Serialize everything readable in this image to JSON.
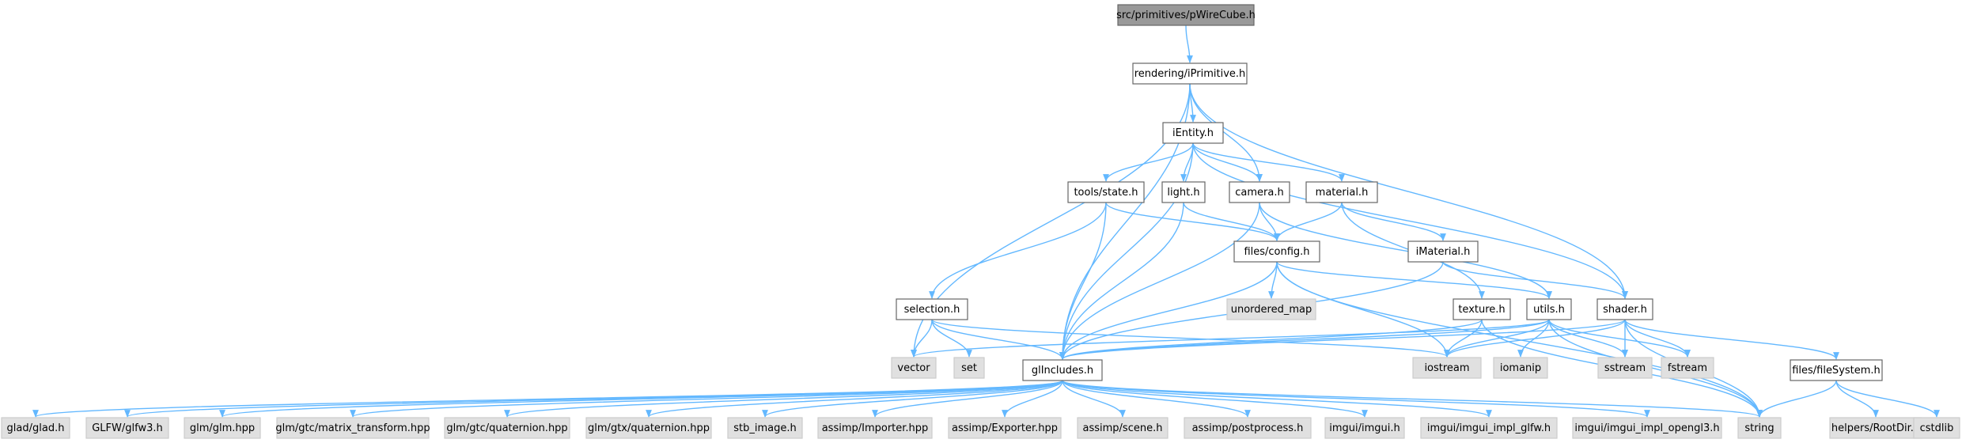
{
  "colors": {
    "edge": "#63b8ff",
    "node_border": "#666666",
    "node_fill": "#ffffff",
    "root_fill": "#999999",
    "system_fill": "#e0e0e0",
    "system_border": "#cccccc"
  },
  "graph": {
    "nodes": [
      {
        "id": "root",
        "label": "src/primitives/pWireCube.h",
        "kind": "root"
      },
      {
        "id": "iPrimitive",
        "label": "rendering/iPrimitive.h",
        "kind": "local"
      },
      {
        "id": "iEntity",
        "label": "iEntity.h",
        "kind": "local"
      },
      {
        "id": "state",
        "label": "tools/state.h",
        "kind": "local"
      },
      {
        "id": "light",
        "label": "light.h",
        "kind": "local"
      },
      {
        "id": "camera",
        "label": "camera.h",
        "kind": "local"
      },
      {
        "id": "material",
        "label": "material.h",
        "kind": "local"
      },
      {
        "id": "config",
        "label": "files/config.h",
        "kind": "local"
      },
      {
        "id": "iMaterial",
        "label": "iMaterial.h",
        "kind": "local"
      },
      {
        "id": "unordered_map",
        "label": "unordered_map",
        "kind": "system"
      },
      {
        "id": "selection",
        "label": "selection.h",
        "kind": "local"
      },
      {
        "id": "texture",
        "label": "texture.h",
        "kind": "local"
      },
      {
        "id": "utils",
        "label": "utils.h",
        "kind": "local"
      },
      {
        "id": "shader",
        "label": "shader.h",
        "kind": "local"
      },
      {
        "id": "vector",
        "label": "vector",
        "kind": "system"
      },
      {
        "id": "set",
        "label": "set",
        "kind": "system"
      },
      {
        "id": "glIncludes",
        "label": "glIncludes.h",
        "kind": "local"
      },
      {
        "id": "iostream",
        "label": "iostream",
        "kind": "system"
      },
      {
        "id": "iomanip",
        "label": "iomanip",
        "kind": "system"
      },
      {
        "id": "sstream",
        "label": "sstream",
        "kind": "system"
      },
      {
        "id": "fstream",
        "label": "fstream",
        "kind": "system"
      },
      {
        "id": "fileSystem",
        "label": "files/fileSystem.h",
        "kind": "local"
      },
      {
        "id": "glad",
        "label": "glad/glad.h",
        "kind": "system"
      },
      {
        "id": "glfw",
        "label": "GLFW/glfw3.h",
        "kind": "system"
      },
      {
        "id": "glm",
        "label": "glm/glm.hpp",
        "kind": "system"
      },
      {
        "id": "matrix_transform",
        "label": "glm/gtc/matrix_transform.hpp",
        "kind": "system"
      },
      {
        "id": "gtc_quaternion",
        "label": "glm/gtc/quaternion.hpp",
        "kind": "system"
      },
      {
        "id": "gtx_quaternion",
        "label": "glm/gtx/quaternion.hpp",
        "kind": "system"
      },
      {
        "id": "stb_image",
        "label": "stb_image.h",
        "kind": "system"
      },
      {
        "id": "importer",
        "label": "assimp/Importer.hpp",
        "kind": "system"
      },
      {
        "id": "exporter",
        "label": "assimp/Exporter.hpp",
        "kind": "system"
      },
      {
        "id": "scene",
        "label": "assimp/scene.h",
        "kind": "system"
      },
      {
        "id": "postprocess",
        "label": "assimp/postprocess.h",
        "kind": "system"
      },
      {
        "id": "imgui",
        "label": "imgui/imgui.h",
        "kind": "system"
      },
      {
        "id": "imgui_glfw",
        "label": "imgui/imgui_impl_glfw.h",
        "kind": "system"
      },
      {
        "id": "imgui_opengl3",
        "label": "imgui/imgui_impl_opengl3.h",
        "kind": "system"
      },
      {
        "id": "string",
        "label": "string",
        "kind": "system"
      },
      {
        "id": "rootdir",
        "label": "helpers/RootDir.h",
        "kind": "system"
      },
      {
        "id": "cstdlib",
        "label": "cstdlib",
        "kind": "system"
      }
    ],
    "edges": [
      [
        "root",
        "iPrimitive"
      ],
      [
        "iPrimitive",
        "iEntity"
      ],
      [
        "iPrimitive",
        "camera"
      ],
      [
        "iPrimitive",
        "shader"
      ],
      [
        "iPrimitive",
        "vector"
      ],
      [
        "iPrimitive",
        "glIncludes"
      ],
      [
        "iEntity",
        "state"
      ],
      [
        "iEntity",
        "light"
      ],
      [
        "iEntity",
        "camera"
      ],
      [
        "iEntity",
        "material"
      ],
      [
        "iEntity",
        "shader"
      ],
      [
        "iEntity",
        "glIncludes"
      ],
      [
        "state",
        "config"
      ],
      [
        "state",
        "selection"
      ],
      [
        "state",
        "glIncludes"
      ],
      [
        "light",
        "config"
      ],
      [
        "light",
        "glIncludes"
      ],
      [
        "camera",
        "config"
      ],
      [
        "camera",
        "utils"
      ],
      [
        "camera",
        "glIncludes"
      ],
      [
        "material",
        "config"
      ],
      [
        "material",
        "iMaterial"
      ],
      [
        "material",
        "texture"
      ],
      [
        "config",
        "unordered_map"
      ],
      [
        "config",
        "utils"
      ],
      [
        "config",
        "glIncludes"
      ],
      [
        "config",
        "iostream"
      ],
      [
        "config",
        "string"
      ],
      [
        "iMaterial",
        "shader"
      ],
      [
        "iMaterial",
        "glIncludes"
      ],
      [
        "selection",
        "vector"
      ],
      [
        "selection",
        "set"
      ],
      [
        "selection",
        "glIncludes"
      ],
      [
        "selection",
        "iostream"
      ],
      [
        "texture",
        "glIncludes"
      ],
      [
        "texture",
        "iostream"
      ],
      [
        "texture",
        "string"
      ],
      [
        "utils",
        "vector"
      ],
      [
        "utils",
        "glIncludes"
      ],
      [
        "utils",
        "iostream"
      ],
      [
        "utils",
        "iomanip"
      ],
      [
        "utils",
        "sstream"
      ],
      [
        "utils",
        "fstream"
      ],
      [
        "utils",
        "string"
      ],
      [
        "shader",
        "glIncludes"
      ],
      [
        "shader",
        "iostream"
      ],
      [
        "shader",
        "sstream"
      ],
      [
        "shader",
        "fstream"
      ],
      [
        "shader",
        "string"
      ],
      [
        "shader",
        "fileSystem"
      ],
      [
        "fileSystem",
        "string"
      ],
      [
        "fileSystem",
        "rootdir"
      ],
      [
        "fileSystem",
        "cstdlib"
      ],
      [
        "glIncludes",
        "glad"
      ],
      [
        "glIncludes",
        "glfw"
      ],
      [
        "glIncludes",
        "glm"
      ],
      [
        "glIncludes",
        "matrix_transform"
      ],
      [
        "glIncludes",
        "gtc_quaternion"
      ],
      [
        "glIncludes",
        "gtx_quaternion"
      ],
      [
        "glIncludes",
        "stb_image"
      ],
      [
        "glIncludes",
        "importer"
      ],
      [
        "glIncludes",
        "exporter"
      ],
      [
        "glIncludes",
        "scene"
      ],
      [
        "glIncludes",
        "postprocess"
      ],
      [
        "glIncludes",
        "imgui"
      ],
      [
        "glIncludes",
        "imgui_glfw"
      ],
      [
        "glIncludes",
        "imgui_opengl3"
      ],
      [
        "glIncludes",
        "string"
      ]
    ]
  }
}
